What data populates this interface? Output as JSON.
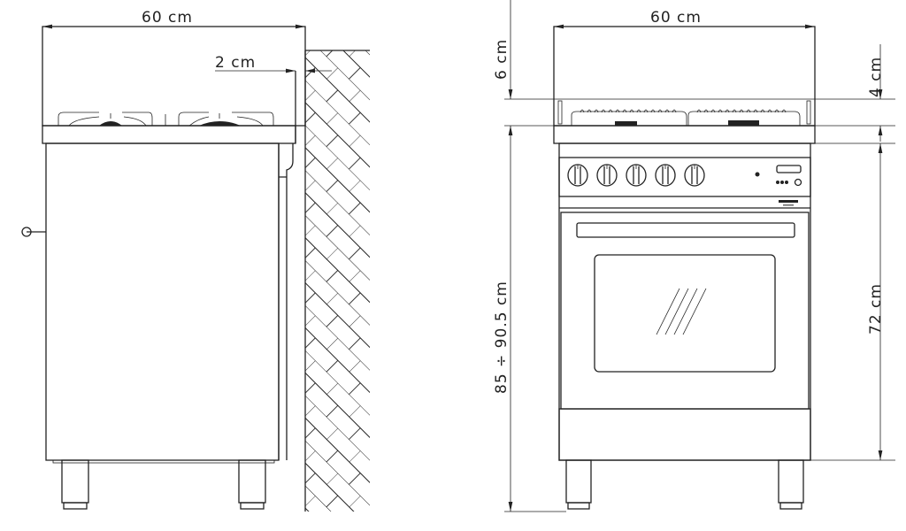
{
  "side_view": {
    "width_label": "60 cm",
    "wall_gap_label": "2 cm"
  },
  "front_view": {
    "width_label": "60 cm",
    "lid_height_label": "6 cm",
    "total_height_label": "85 ÷ 90.5 cm",
    "backguard_label": "4 cm",
    "body_height_label": "72 cm",
    "knob_count": 5
  }
}
